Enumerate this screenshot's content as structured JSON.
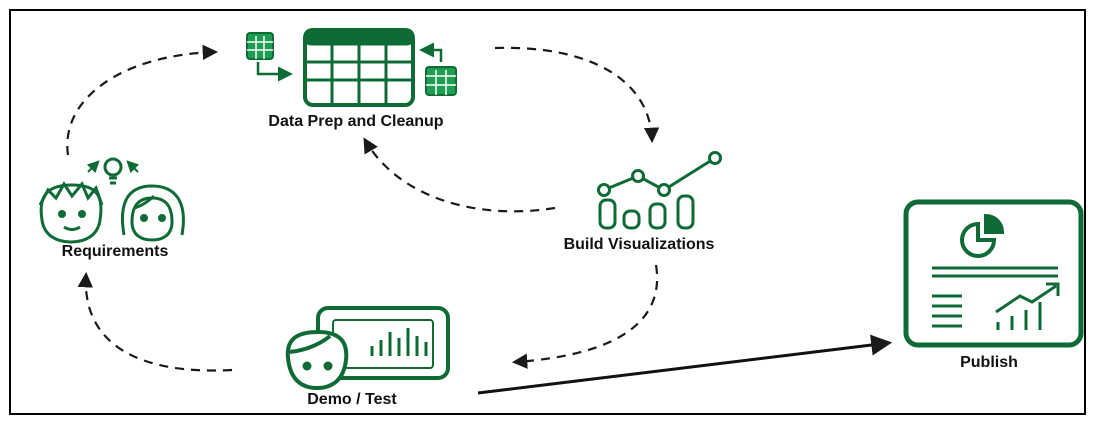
{
  "diagram": {
    "colors": {
      "accent": "#0f6b35",
      "accent_light": "#1f9d52",
      "arrow": "#1a1a1a",
      "border": "#000000"
    },
    "nodes": [
      {
        "id": "data-prep",
        "label": "Data Prep and Cleanup",
        "icon": "spreadsheets-icon"
      },
      {
        "id": "build-viz",
        "label": "Build Visualizations",
        "icon": "chart-icon"
      },
      {
        "id": "demo-test",
        "label": "Demo / Test",
        "icon": "presenter-icon"
      },
      {
        "id": "requirements",
        "label": "Requirements",
        "icon": "people-idea-icon"
      },
      {
        "id": "publish",
        "label": "Publish",
        "icon": "report-icon"
      }
    ]
  }
}
